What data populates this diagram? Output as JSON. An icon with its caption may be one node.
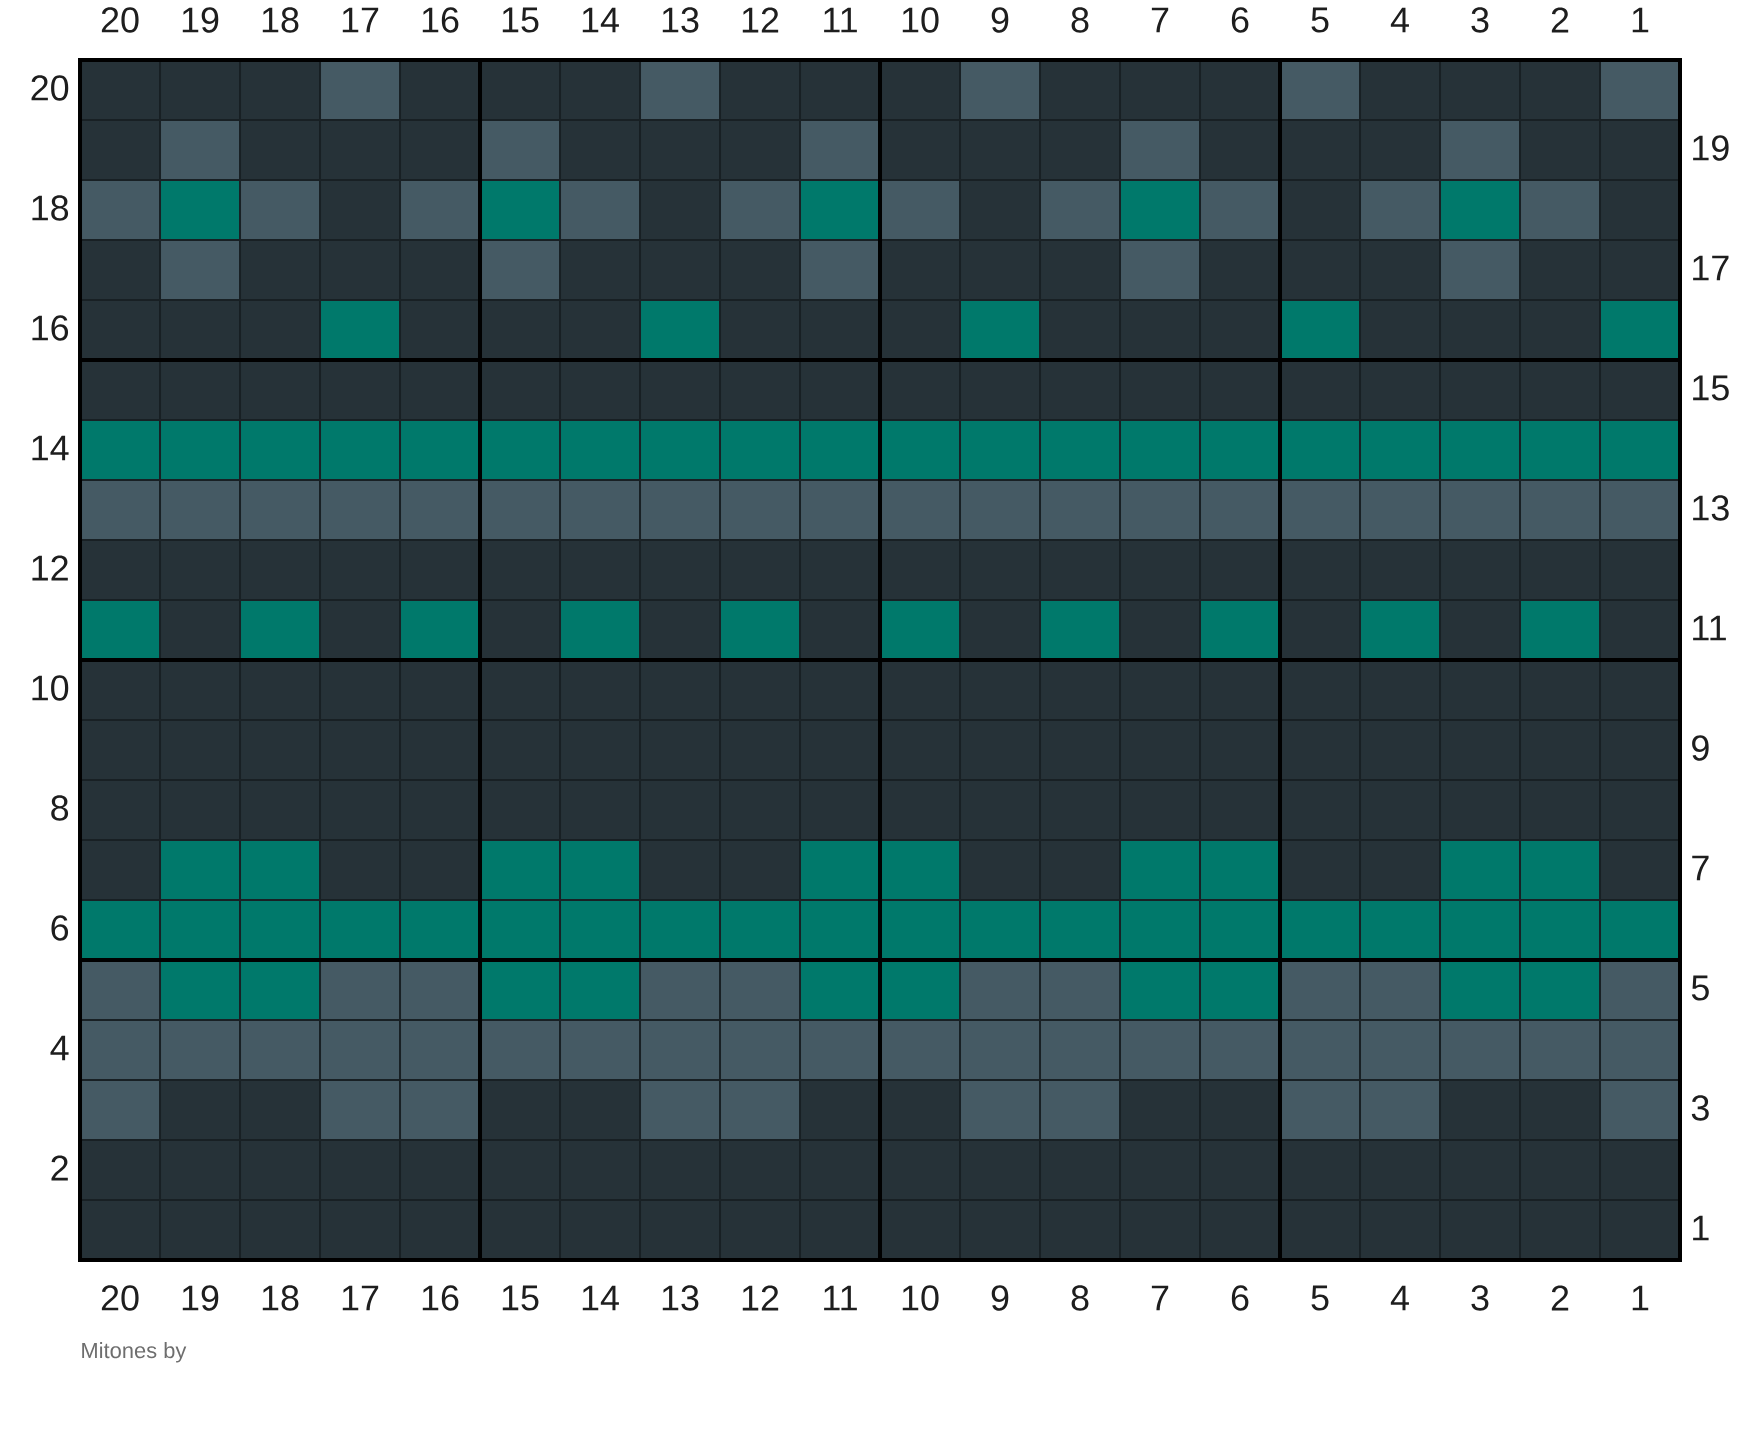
{
  "diagram": {
    "labels": [
      "20",
      "19",
      "18",
      "17",
      "16",
      "15",
      "14",
      "13",
      "12",
      "11",
      "10",
      "9",
      "8",
      "7",
      "6",
      "5",
      "4",
      "3",
      "2",
      "1",
      "20",
      "19",
      "18",
      "17",
      "16",
      "15",
      "14",
      "13",
      "12",
      "11",
      "10",
      "9",
      "8",
      "7",
      "6",
      "5",
      "4",
      "3",
      "2",
      "1",
      "20",
      "19",
      "18",
      "17",
      "16",
      "15",
      "14",
      "13",
      "12",
      "11",
      "10",
      "9",
      "8",
      "7",
      "6",
      "5",
      "4",
      "3",
      "2",
      "1",
      "Mitones by"
    ]
  }
}
